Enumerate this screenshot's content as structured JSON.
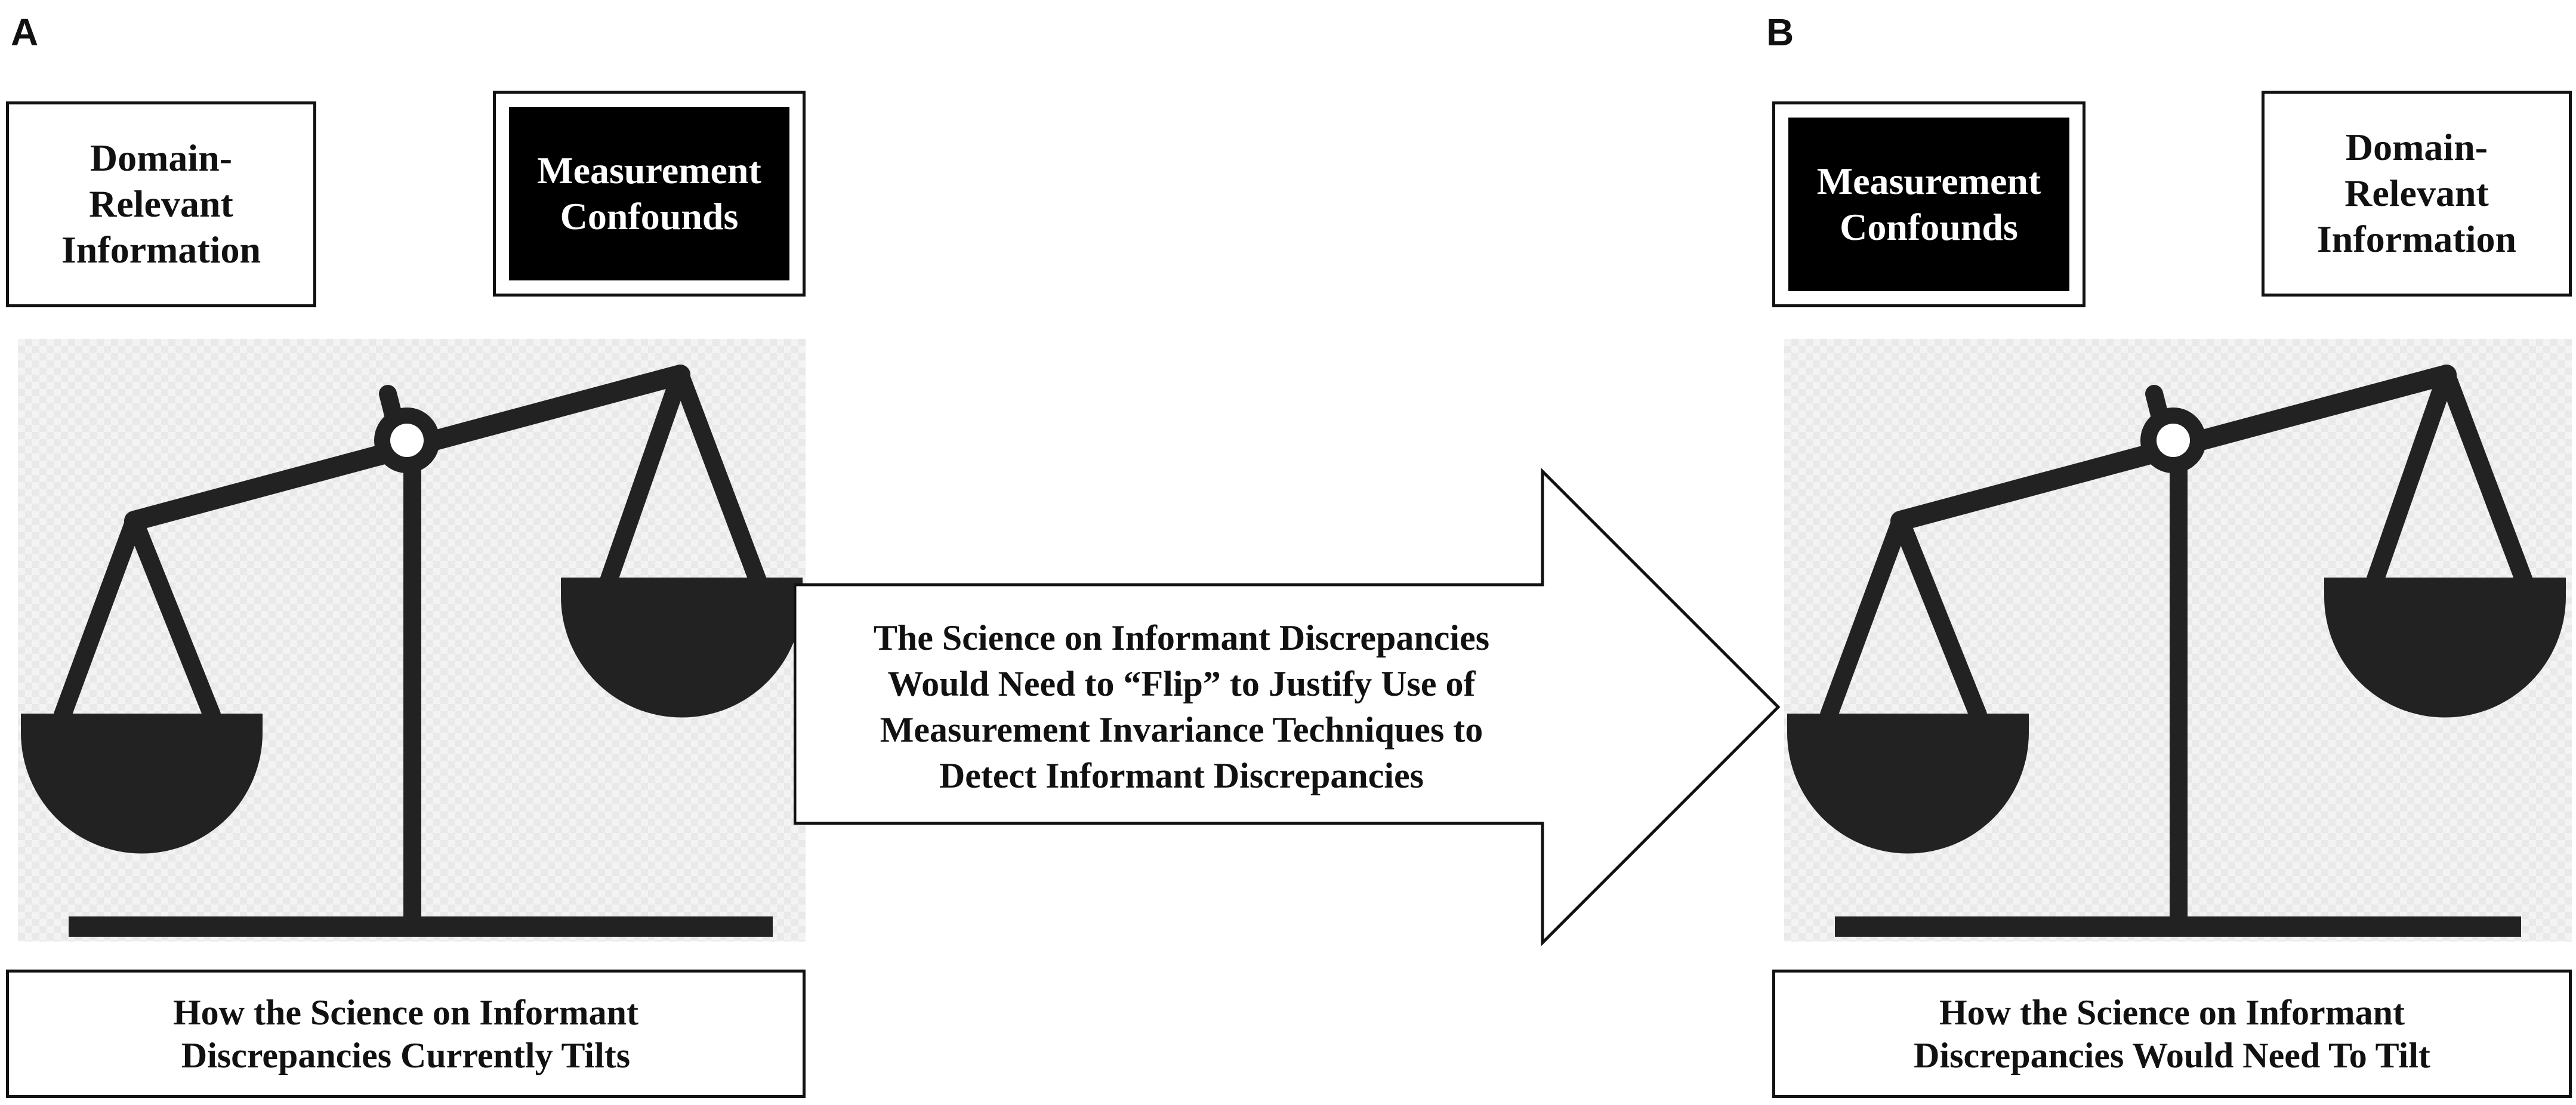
{
  "panel_a": {
    "label": "A",
    "left_box": "Domain-\nRelevant\nInformation",
    "right_box": "Measurement\nConfounds",
    "caption": "How the Science on Informant\nDiscrepancies Currently Tilts"
  },
  "panel_b": {
    "label": "B",
    "left_box": "Measurement\nConfounds",
    "right_box": "Domain-\nRelevant\nInformation",
    "caption": "How the Science on Informant\nDiscrepancies Would Need To Tilt"
  },
  "arrow": {
    "text": "The Science on Informant Discrepancies\nWould Need to “Flip” to Justify Use of\nMeasurement Invariance Techniques to\nDetect Informant Discrepancies"
  },
  "icons": {
    "scale": "balance-scale-icon",
    "arrow": "right-arrow-icon"
  },
  "colors": {
    "ink": "#111111",
    "dark_box_fill": "#000000",
    "scale_background": "#f3f3f3"
  }
}
